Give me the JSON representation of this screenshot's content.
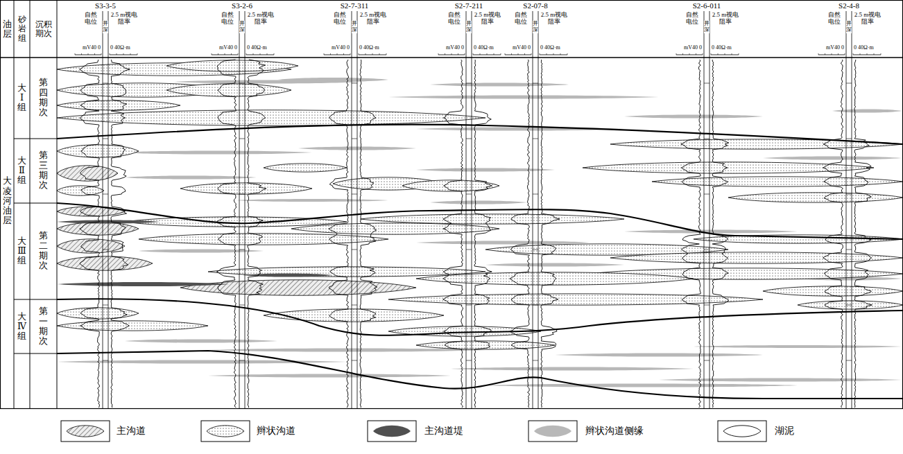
{
  "diagram": {
    "labels": [
      "油层",
      "砂岩组",
      "沉积期次",
      "S3-3-5",
      "自然电位",
      "井深",
      "2.5 m视电阻率",
      "mV40 0",
      "0 40Ω·m",
      "S3-2-6",
      "自然电位",
      "井深",
      "2.5 m视电阻率",
      "mV40 0",
      "0 40Ω·m",
      "S2-7-311",
      "自然电位",
      "井深",
      "2.5 m视电阻率",
      "mV40 0",
      "0 40Ω·m",
      "S2-7-211",
      "自然电位",
      "井深",
      "2.5 m视电阻率",
      "mV40 0",
      "0 40Ω·m",
      "S2-07-8",
      "自然电位",
      "井深",
      "2.5 m视电阻率",
      "mV40 0",
      "0 40Ω·m",
      "S2-6-011",
      "自然电位",
      "井深",
      "2.5 m视电阻率",
      "mV40 0",
      "0 40Ω·m",
      "S2-4-8",
      "自然电位",
      "井深",
      "2.5 m视电阻率",
      "mV40 0",
      "0 40Ω·m",
      "大凌河油层",
      "大Ⅰ组",
      "第四期次",
      "大Ⅱ组",
      "第三期次",
      "大Ⅲ组",
      "第二期次",
      "大Ⅳ组",
      "第一期次"
    ],
    "legend": [
      {
        "text": "主沟道"
      },
      {
        "text": "辫状沟道"
      },
      {
        "text": "主沟道堤",
        "color": "#505050"
      },
      {
        "text": "辫状沟道侧缘",
        "color": "#b8b8b8"
      },
      {
        "text": "湖泥"
      }
    ]
  }
}
